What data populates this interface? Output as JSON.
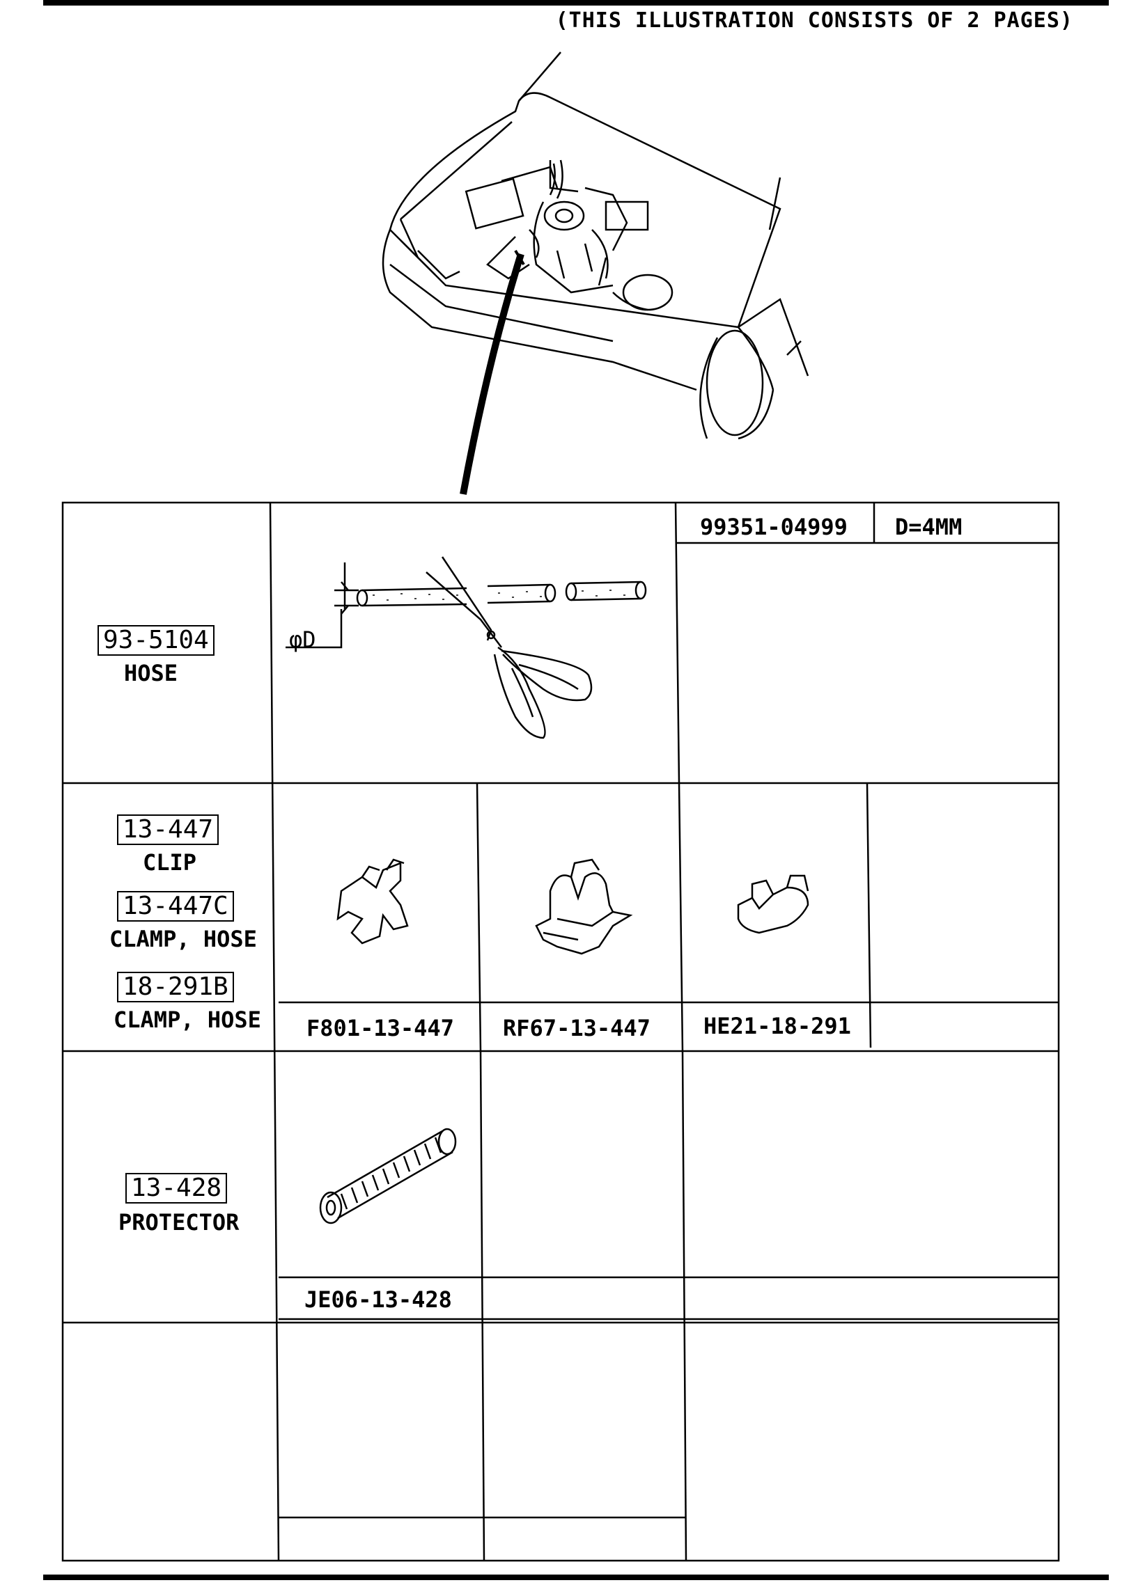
{
  "header": {
    "note": "(THIS ILLUSTRATION CONSISTS OF  2 PAGES)"
  },
  "rows": {
    "hose": {
      "code": "93-5104",
      "name": "HOSE",
      "diameter_label": "φD",
      "part_no": "99351-04999",
      "spec": "D=4MM"
    },
    "clips": {
      "items": [
        {
          "code": "13-447",
          "name": "CLIP"
        },
        {
          "code": "13-447C",
          "name": "CLAMP, HOSE"
        },
        {
          "code": "18-291B",
          "name": "CLAMP, HOSE"
        }
      ],
      "part_nos": [
        "F801-13-447",
        "RF67-13-447",
        "HE21-18-291"
      ]
    },
    "protector": {
      "code": "13-428",
      "name": "PROTECTOR",
      "part_no": "JE06-13-428"
    }
  }
}
